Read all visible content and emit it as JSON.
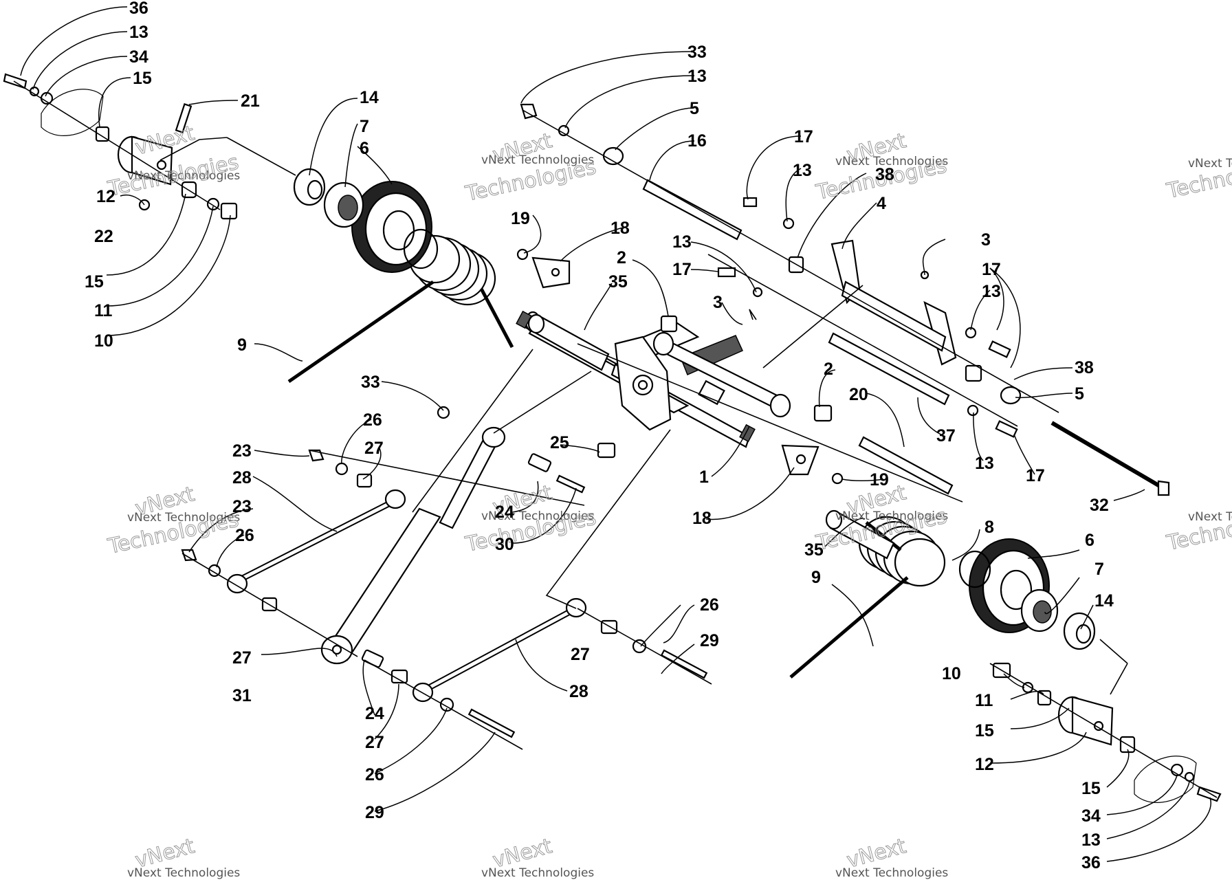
{
  "diagram": {
    "watermarks": [
      {
        "line1": "vNext Technologies",
        "line2": "vNext"
      },
      {
        "line1": "vNext Technologies",
        "line2": "vNext"
      },
      {
        "line1": "vNext Technologies",
        "line2": "vNext"
      },
      {
        "line1": "vNext Technologies",
        "line2": "vNext"
      },
      {
        "line1": "vNext Technologies",
        "line2": "vNext"
      },
      {
        "line1": "vNext Technologies",
        "line2": "vNext"
      },
      {
        "line1": "vNext Technologies",
        "line2": "vNext"
      },
      {
        "line1": "vNext Technologies",
        "line2": "vNext"
      },
      {
        "line1": "vNext Technologies",
        "line2": "vNext"
      },
      {
        "line1": "vNext Technologies",
        "line2": "vNext"
      },
      {
        "line1": "vNext Technologies",
        "line2": "vNext"
      }
    ],
    "watermark_tail": "Technologies",
    "labels": [
      "36",
      "13",
      "34",
      "15",
      "21",
      "14",
      "7",
      "6",
      "12",
      "22",
      "15",
      "11",
      "10",
      "9",
      "33",
      "13",
      "5",
      "16",
      "17",
      "13",
      "38",
      "4",
      "3",
      "17",
      "13",
      "19",
      "18",
      "2",
      "35",
      "13",
      "17",
      "3",
      "38",
      "5",
      "2",
      "20",
      "37",
      "13",
      "17",
      "32",
      "33",
      "26",
      "27",
      "23",
      "28",
      "23",
      "26",
      "24",
      "30",
      "25",
      "1",
      "19",
      "18",
      "35",
      "8",
      "6",
      "7",
      "14",
      "9",
      "27",
      "31",
      "24",
      "27",
      "26",
      "29",
      "28",
      "26",
      "29",
      "27",
      "10",
      "11",
      "15",
      "12",
      "15",
      "34",
      "13",
      "36"
    ]
  }
}
